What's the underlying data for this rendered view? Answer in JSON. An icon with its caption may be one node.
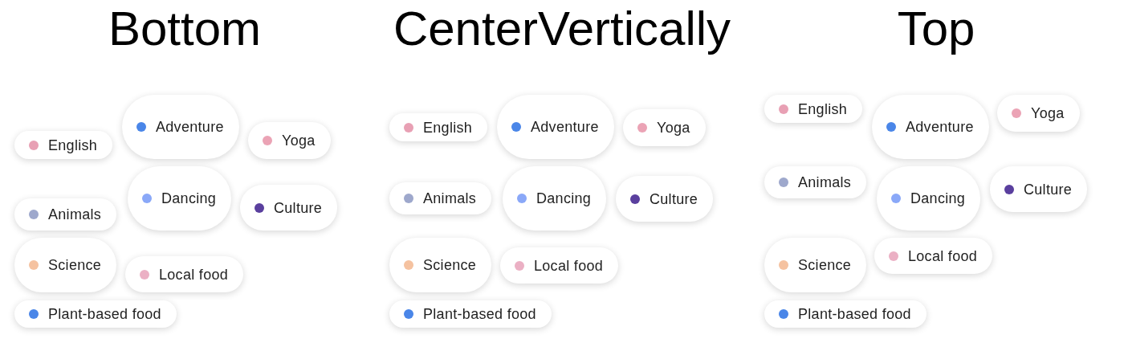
{
  "diagram": {
    "nodes": [
      {
        "text": [
          "English"
        ]
      },
      {
        "text": [
          "Adventure"
        ]
      },
      {
        "text": [
          "Yoga"
        ]
      },
      {
        "text": [
          "Animals"
        ]
      },
      {
        "text": [
          "Dancing"
        ]
      },
      {
        "text": [
          "Culture"
        ]
      },
      {
        "text": [
          "Science"
        ]
      },
      {
        "text": [
          "Local food"
        ]
      },
      {
        "text": [
          "Plant-based food"
        ]
      },
      {
        "text": [
          "English"
        ]
      },
      {
        "text": [
          "Adventure"
        ]
      },
      {
        "text": [
          "Yoga"
        ]
      },
      {
        "text": [
          "Animals"
        ]
      },
      {
        "text": [
          "Dancing"
        ]
      },
      {
        "text": [
          "Culture"
        ]
      },
      {
        "text": [
          "Science"
        ]
      },
      {
        "text": [
          "Local food"
        ]
      },
      {
        "text": [
          "Plant-based food"
        ]
      },
      {
        "text": [
          "English"
        ]
      },
      {
        "text": [
          "Adventure"
        ]
      },
      {
        "text": [
          "Yoga"
        ]
      },
      {
        "text": [
          "Animals"
        ]
      },
      {
        "text": [
          "Dancing"
        ]
      },
      {
        "text": [
          "Culture"
        ]
      },
      {
        "text": [
          "Science"
        ]
      },
      {
        "text": [
          "Local food"
        ]
      },
      {
        "text": [
          "Plant-based food"
        ]
      }
    ],
    "labels": [
      "Bottom",
      "CenterVertically",
      "Top"
    ]
  }
}
